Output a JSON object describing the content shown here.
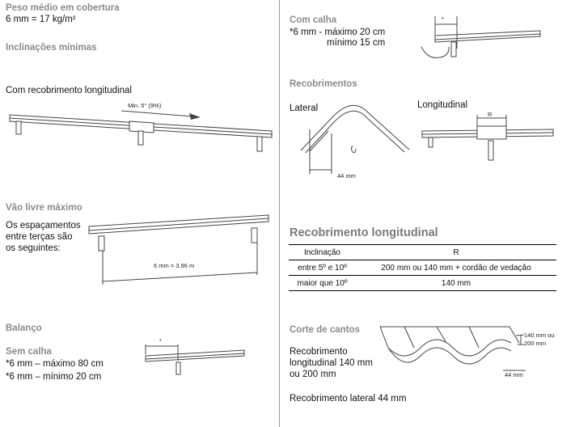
{
  "left": {
    "peso": {
      "title": "Peso médio em cobertura",
      "value": "6 mm = 17 kg/m²"
    },
    "inclinacoes": {
      "title": "Inclinações mínimas",
      "label": "Com recobrimento longitudinal",
      "slope_label": "Min. 5° (9%)"
    },
    "vao": {
      "title": "Vão livre máximo",
      "lines": [
        "Os espaçamentos",
        "entre terças são",
        "os seguintes:"
      ],
      "dim_label": "6 mm = 3.96 m"
    },
    "balanco": {
      "title": "Balanço",
      "subtitle": "Sem calha",
      "lines": [
        "*6 mm – máximo 80 cm",
        "*6 mm – mínimo 20 cm"
      ],
      "star": "*"
    }
  },
  "right": {
    "com_calha": {
      "title": "Com calha",
      "lines": [
        "*6 mm - máximo 20 cm",
        "mínimo 15 cm"
      ],
      "star": "*"
    },
    "recobrimentos": {
      "title": "Recobrimentos",
      "lateral": "Lateral",
      "longitudinal": "Longitudinal",
      "dim_44": "44 mm",
      "dim_r": "R"
    },
    "recob_long": {
      "title": "Recobrimento longitudinal",
      "header": [
        "Inclinação",
        "R"
      ],
      "rows": [
        [
          "entre 5º e 10º",
          "200 mm ou 140 mm + cordão de vedação"
        ],
        [
          "maior que 10º",
          "140 mm"
        ]
      ]
    },
    "corte": {
      "title": "Corte de cantos",
      "lines": [
        "Recobrimento",
        "longitudinal 140 mm",
        "ou 200 mm"
      ],
      "lateral_text": "Recobrimento lateral 44 mm",
      "dim_a": "140 mm ou",
      "dim_b": "200 mm",
      "dim_c": "44 mm"
    }
  }
}
